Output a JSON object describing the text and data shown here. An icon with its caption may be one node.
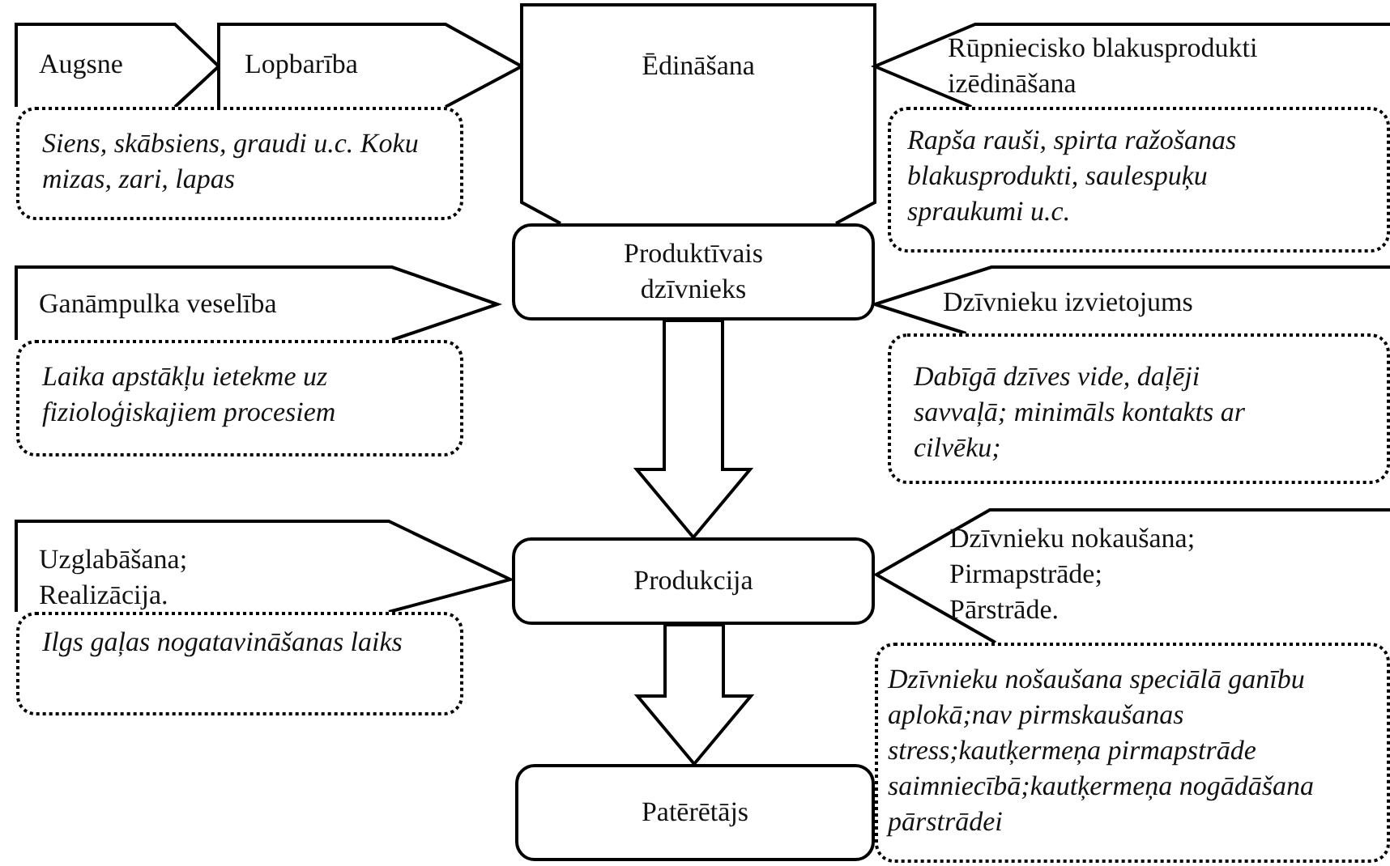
{
  "diagram": {
    "nodes": [
      {
        "text": [
          "Augsne"
        ]
      },
      {
        "text": [
          "Lopbarība"
        ]
      },
      {
        "text": [
          "Ēdināšana"
        ]
      },
      {
        "text": [
          "Rūpniecisko blakusprodukti izēdināšana"
        ]
      },
      {
        "text": [
          "Siens, skābsiens, graudi u.c. Koku mizas, zari, lapas"
        ]
      },
      {
        "text": [
          "Rapša rauši, spirta ražošanas blakusprodukti, saulespuķu spraukumi u.c."
        ]
      },
      {
        "text": [
          "Ganāmpulka veselība"
        ]
      },
      {
        "text": [
          "Produktīvais dzīvnieks"
        ]
      },
      {
        "text": [
          "Dzīvnieku izvietojums"
        ]
      },
      {
        "text": [
          "Laika apstākļu ietekme uz fizioloģiskajiem procesiem"
        ]
      },
      {
        "text": [
          "Dabīgā dzīves vide, daļēji savvaļā; minimāls kontakts ar cilvēku;"
        ]
      },
      {
        "text": [
          "Uzglabāšana; Realizācija."
        ]
      },
      {
        "text": [
          "Produkcija"
        ]
      },
      {
        "text": [
          "Dzīvnieku nokaušana; Pirmapstrāde; Pārstrāde."
        ]
      },
      {
        "text": [
          "Ilgs gaļas nogatavināšanas laiks"
        ]
      },
      {
        "text": [
          "Dzīvnieku nošaušana speciālā ganību aplokā;nav pirmskaušanas stress;kautķermeņa pirmapstrāde saimniecībā;kautķermeņa nogādāšana pārstrādei"
        ]
      },
      {
        "text": [
          "Patērētājs"
        ]
      }
    ],
    "edges": [
      {
        "from": 7,
        "to": 12,
        "arrow": "to",
        "style": "thick"
      },
      {
        "from": 12,
        "to": 16,
        "arrow": "to",
        "style": "thick"
      }
    ]
  }
}
